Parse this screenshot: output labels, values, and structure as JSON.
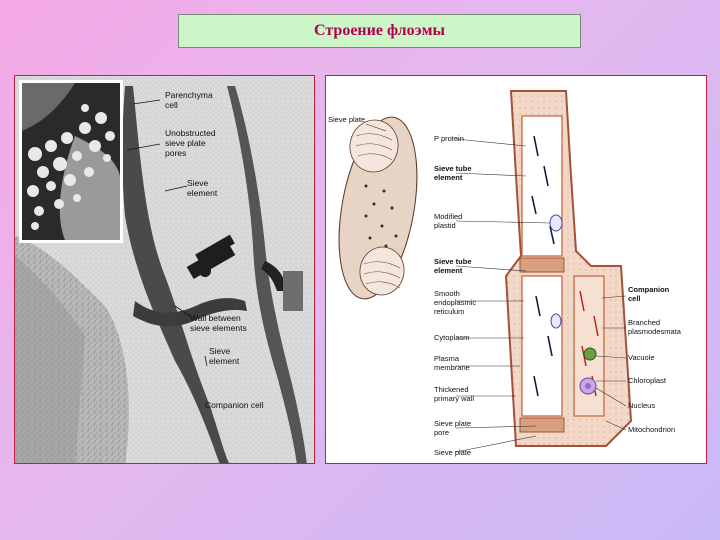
{
  "slide": {
    "title": "Строение флоэмы"
  },
  "left_figure": {
    "labels": {
      "parenchyma": "Parenchyma\ncell",
      "pores": "Unobstructed\nsieve plate\npores",
      "sieve_element_top": "Sieve\nelement",
      "wall_between": "Wall between\nsieve elements",
      "sieve_element_bottom": "Sieve\nelement",
      "companion": "Companion cell"
    }
  },
  "right_figure": {
    "labels": {
      "sieve_plate_top": "Sieve plate",
      "p_protein": "P protein",
      "ste1": "Sieve tube\nelement",
      "modified_plastid": "Modified\nplastid",
      "ste2": "Sieve tube\nelement",
      "smooth_er": "Smooth\nendoplasmic\nreticulum",
      "cytoplasm": "Cytoplasm",
      "plasma_membrane": "Plasma\nmembrane",
      "thickened_wall": "Thickened\nprimary wall",
      "sieve_plate_pore": "Sieve plate\npore",
      "sieve_plate_bottom": "Sieve plate",
      "companion_cell": "Companion\ncell",
      "branched_plasmodesmata": "Branched\nplasmodesmata",
      "vacuole": "Vacuole",
      "chloroplast": "Chloroplast",
      "nucleus": "Nucleus",
      "mitochondrion": "Mitochondrion"
    }
  }
}
